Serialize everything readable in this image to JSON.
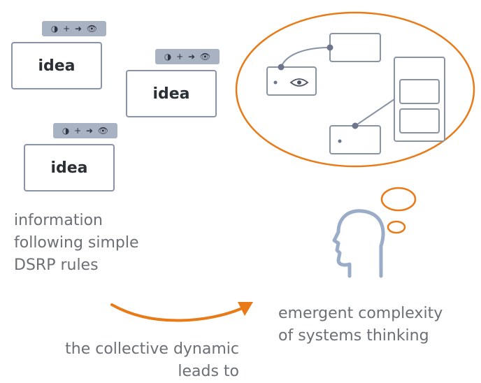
{
  "ideas": [
    {
      "label": "idea"
    },
    {
      "label": "idea"
    },
    {
      "label": "idea"
    }
  ],
  "toolbar_icons": [
    "contrast-icon",
    "plus-icon",
    "arrow-right-icon",
    "eye-icon"
  ],
  "toolbar_glyphs": [
    "◑",
    "+",
    "➜",
    "👁"
  ],
  "left_caption": [
    "information",
    "following simple",
    "DSRP rules"
  ],
  "bottom_caption": [
    "the collective dynamic",
    "leads to"
  ],
  "right_caption": [
    "emergent complexity",
    "of systems thinking"
  ],
  "colors": {
    "accent": "#e87a18",
    "card_border": "#8893a6",
    "toolbar_bg": "#a9b2c3",
    "text": "#6b6f76",
    "head_outline": "#9aacc8"
  }
}
